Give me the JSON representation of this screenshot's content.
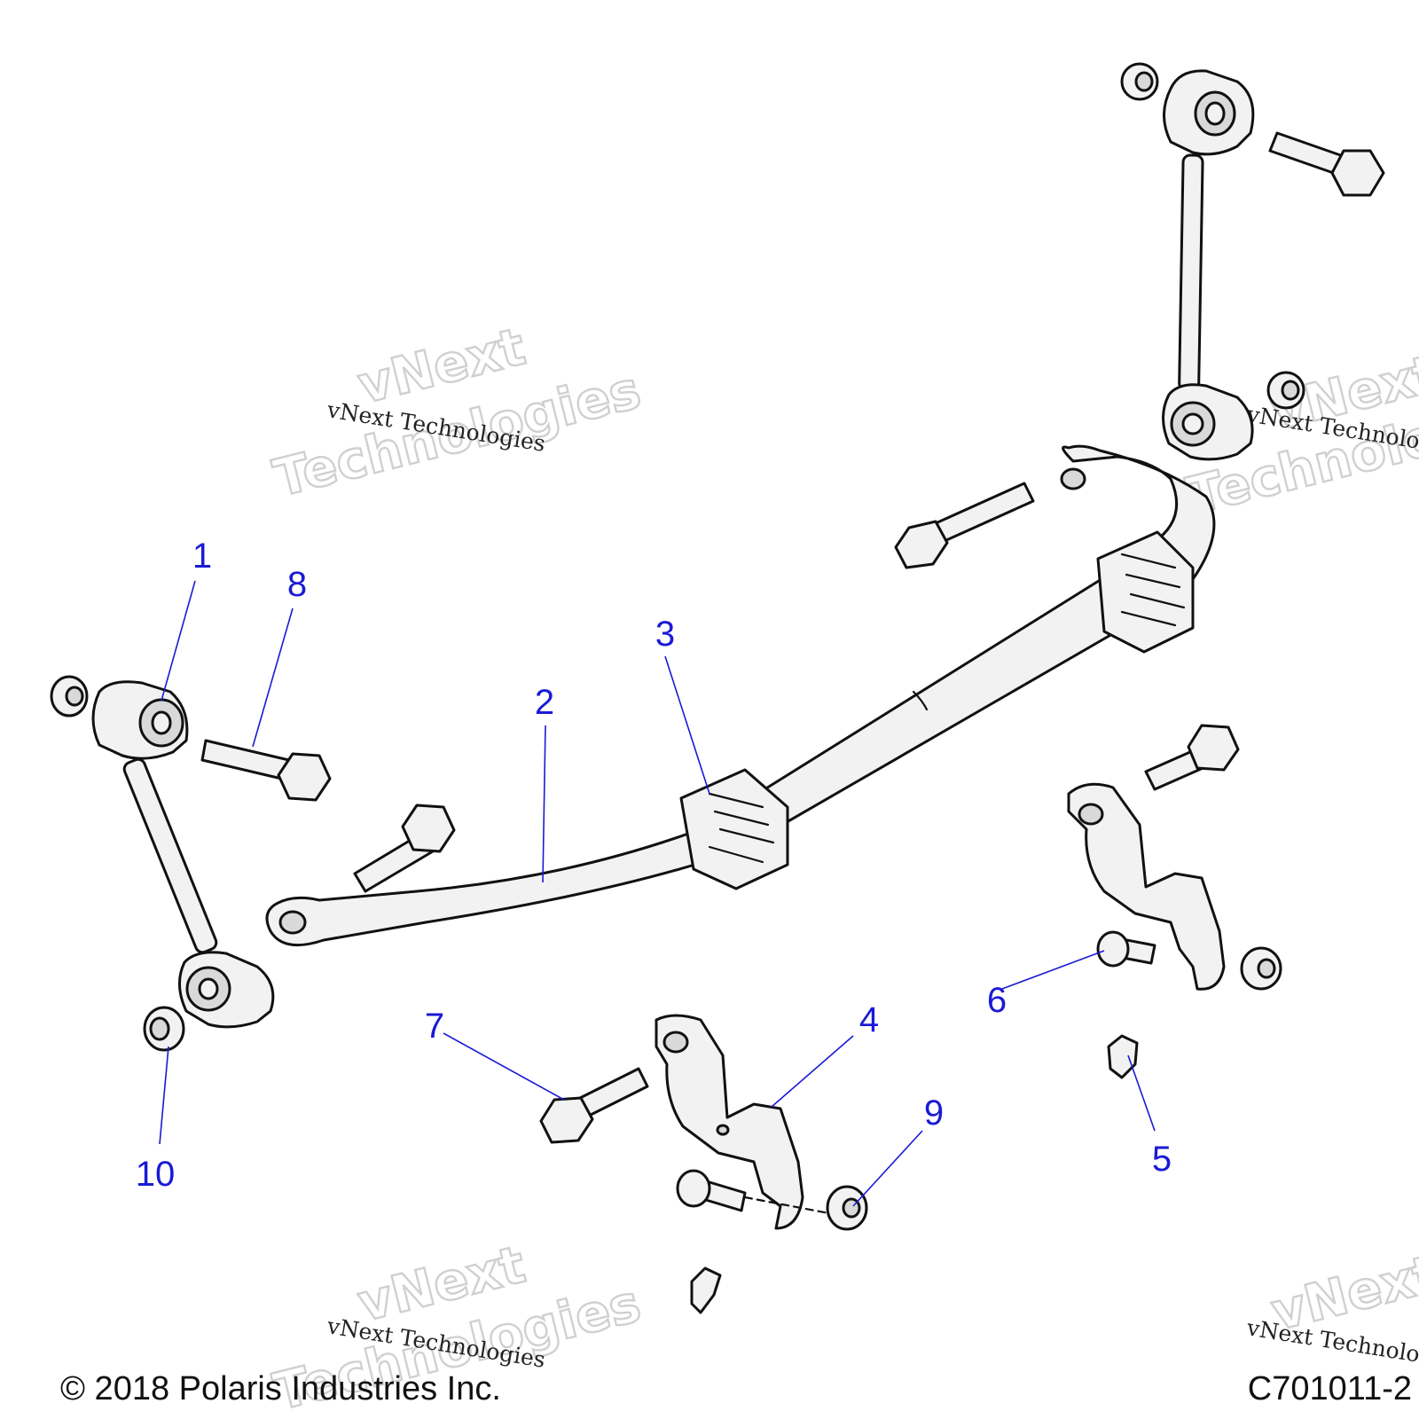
{
  "watermark": {
    "line1": "vNext",
    "line2": "Technologies",
    "small": "vNext Technologies"
  },
  "callouts": [
    "1",
    "2",
    "3",
    "4",
    "5",
    "6",
    "7",
    "8",
    "9",
    "10"
  ],
  "footer": {
    "copyright": "© 2018 Polaris Industries Inc.",
    "figure_id": "C701011-2"
  }
}
